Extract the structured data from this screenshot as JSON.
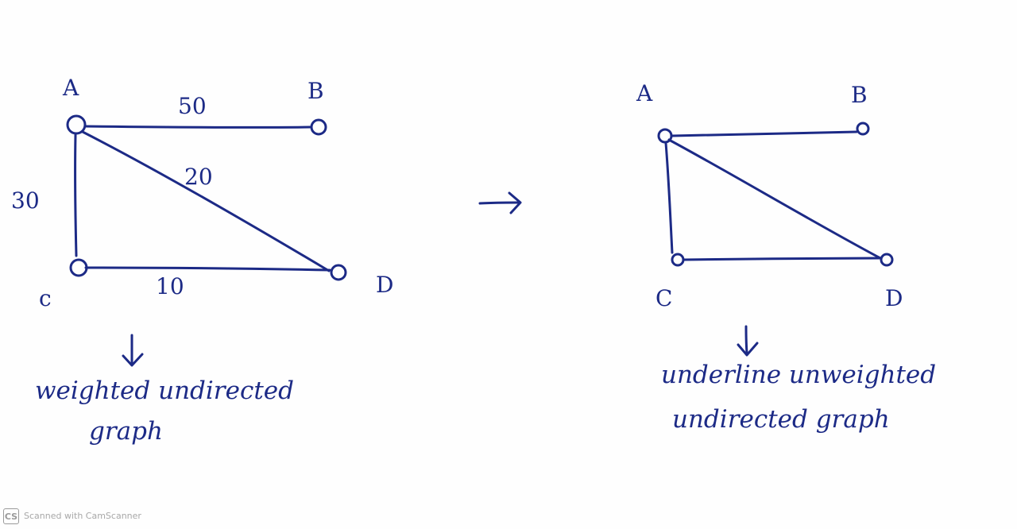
{
  "ink_color": "#1c2a86",
  "left_graph": {
    "nodes": [
      {
        "id": "A",
        "label": "A"
      },
      {
        "id": "B",
        "label": "B"
      },
      {
        "id": "C",
        "label": "c"
      },
      {
        "id": "D",
        "label": "D"
      }
    ],
    "edges": [
      {
        "from": "A",
        "to": "B",
        "weight": "50"
      },
      {
        "from": "A",
        "to": "D",
        "weight": "20"
      },
      {
        "from": "A",
        "to": "C",
        "weight": "30"
      },
      {
        "from": "C",
        "to": "D",
        "weight": "10"
      }
    ],
    "caption_line1": "weighted undirected",
    "caption_line2": "graph"
  },
  "transform_arrow": "→",
  "right_graph": {
    "nodes": [
      {
        "id": "A",
        "label": "A"
      },
      {
        "id": "B",
        "label": "B"
      },
      {
        "id": "C",
        "label": "C"
      },
      {
        "id": "D",
        "label": "D"
      }
    ],
    "edges": [
      {
        "from": "A",
        "to": "B"
      },
      {
        "from": "A",
        "to": "D"
      },
      {
        "from": "A",
        "to": "C"
      },
      {
        "from": "C",
        "to": "D"
      }
    ],
    "caption_line1": "underline unweighted",
    "caption_line2": "undirected graph"
  },
  "watermark": {
    "logo_text": "CS",
    "text": "Scanned with CamScanner"
  }
}
